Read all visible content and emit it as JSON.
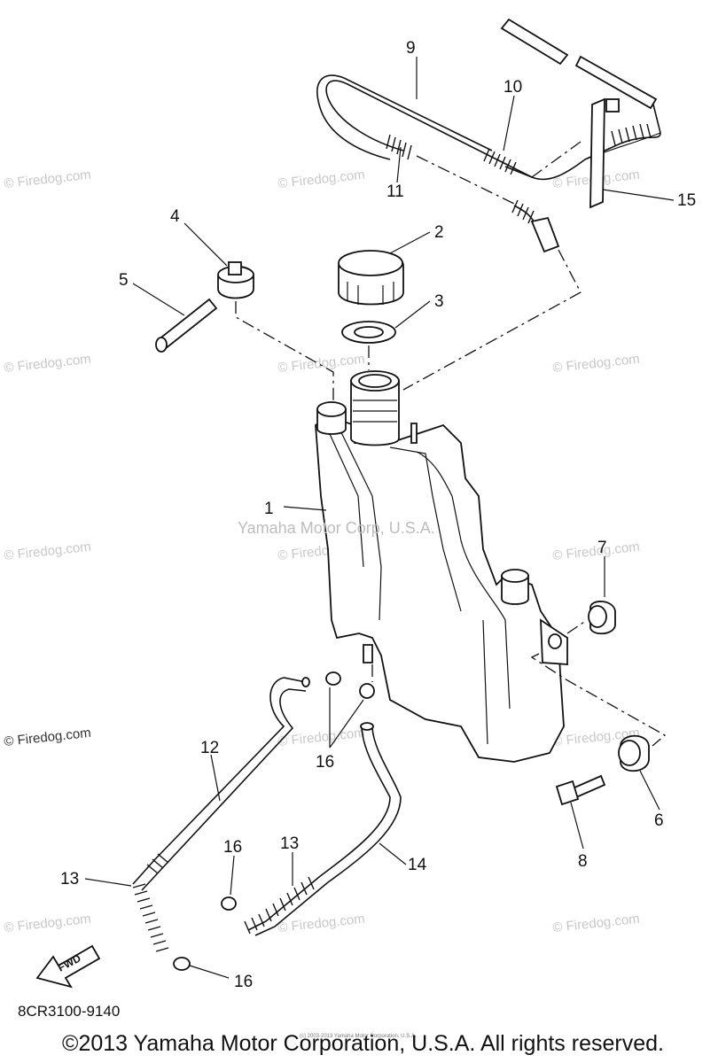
{
  "diagram": {
    "center_watermark": "Yamaha Motor Corp, U.S.A.",
    "watermark_text": "© Firedog.com",
    "fwd_label": "FWD",
    "part_code": "8CR3100-9140",
    "copyright": "©2013 Yamaha Motor Corporation, U.S.A. All rights reserved.",
    "tiny_copyright": "(c) 2003-2013 Yamaha Motor Corporation, U.S.A.",
    "callouts": {
      "c1": "1",
      "c2": "2",
      "c3": "3",
      "c4": "4",
      "c5": "5",
      "c6": "6",
      "c7": "7",
      "c8": "8",
      "c9": "9",
      "c10": "10",
      "c11": "11",
      "c12": "12",
      "c13a": "13",
      "c13b": "13",
      "c14": "14",
      "c15": "15",
      "c16a": "16",
      "c16b": "16",
      "c16c": "16"
    }
  }
}
